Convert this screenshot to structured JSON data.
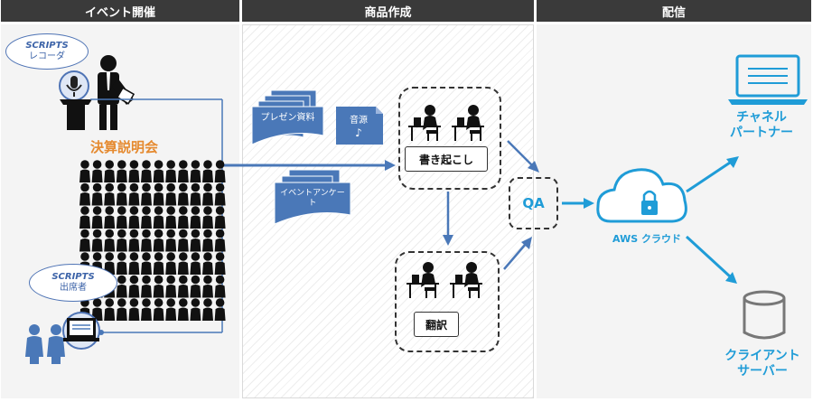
{
  "headers": {
    "event": "イベント開催",
    "production": "商品作成",
    "delivery": "配信"
  },
  "event": {
    "recorder_bubble": {
      "line1": "SCRIPTS",
      "line2": "レコーダ"
    },
    "title": "決算説明会",
    "attendee_bubble": {
      "line1": "SCRIPTS",
      "line2": "出席者"
    }
  },
  "production": {
    "docs": {
      "presentation": "プレゼン資料",
      "audio": "音源",
      "audio_symbol": "♪",
      "survey": "イベントアンケート"
    },
    "transcription": "書き起こし",
    "translation": "翻訳",
    "qa": "QA"
  },
  "delivery": {
    "cloud": "AWS クラウド",
    "partner": "チャネル\nパートナー",
    "client": "クライアント\nサーバー"
  },
  "colors": {
    "header_bg": "#3a3a3a",
    "accent_cyan": "#1f9cd7",
    "doc_blue": "#4a78b8",
    "orange": "#e58a2f"
  }
}
